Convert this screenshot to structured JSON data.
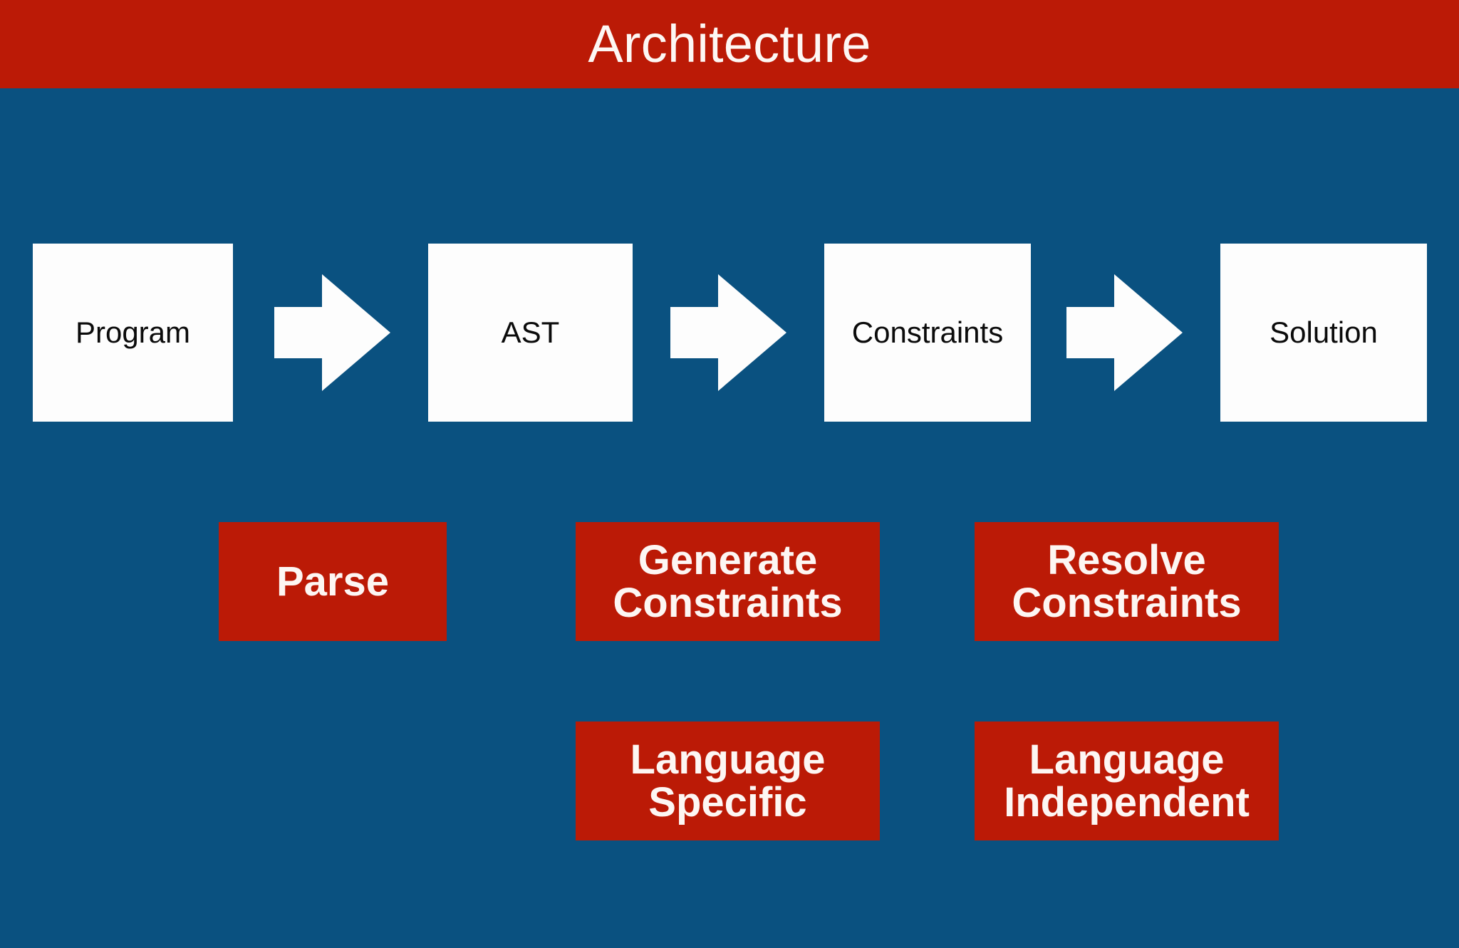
{
  "slide": {
    "title": "Architecture",
    "background_color": "#0a5180",
    "accent_color": "#bb1a06",
    "box_fill_color": "#fdfdfd",
    "box_text_color": "#0b0b0b",
    "note_text_color": "#fdf6f3"
  },
  "pipeline": {
    "stages": [
      {
        "label": "Program"
      },
      {
        "label": "AST"
      },
      {
        "label": "Constraints"
      },
      {
        "label": "Solution"
      }
    ],
    "arrows": [
      {
        "name": "arrow-program-to-ast"
      },
      {
        "name": "arrow-ast-to-constraints"
      },
      {
        "name": "arrow-constraints-to-solution"
      }
    ]
  },
  "notes": {
    "phases": [
      {
        "label": "Parse"
      },
      {
        "label": "Generate\nConstraints"
      },
      {
        "label": "Resolve\nConstraints"
      }
    ],
    "categories": [
      {
        "label": "Language\nSpecific"
      },
      {
        "label": "Language\nIndependent"
      }
    ]
  }
}
